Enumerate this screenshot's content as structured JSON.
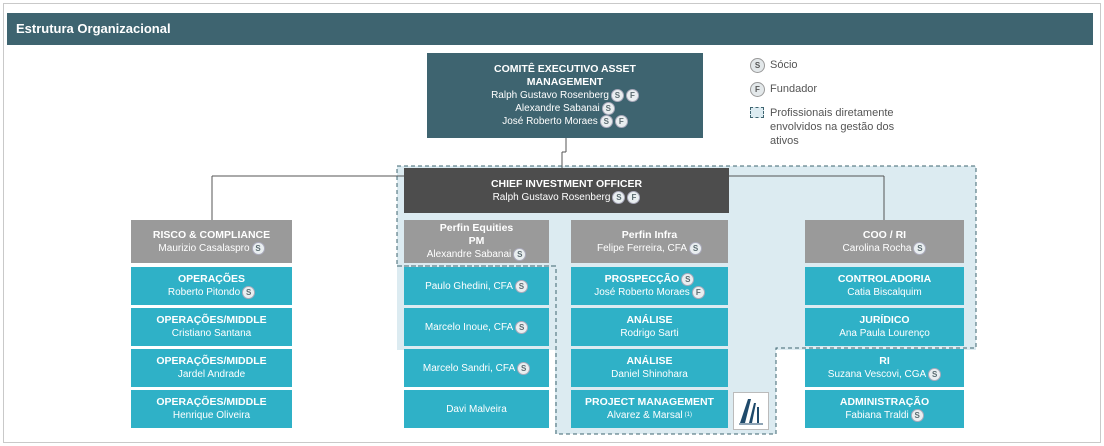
{
  "header": {
    "title": "Estrutura Organizacional"
  },
  "badges": {
    "socio": "S",
    "fundador": "F"
  },
  "legend": {
    "socio": "Sócio",
    "fundador": "Fundador",
    "prof_line1": "Profissionais diretamente",
    "prof_line2": "envolvidos na gestão dos",
    "prof_line3": "ativos"
  },
  "committee": {
    "title_line1": "COMITÊ EXECUTIVO ASSET",
    "title_line2": "MANAGEMENT",
    "members": [
      "Ralph Gustavo Rosenberg",
      "Alexandre Sabanai",
      "José Roberto Moraes"
    ]
  },
  "cio": {
    "title": "CHIEF INVESTMENT OFFICER",
    "name": "Ralph Gustavo Rosenberg"
  },
  "risco": {
    "title": "RISCO & COMPLIANCE",
    "name": "Maurizio Casalaspro"
  },
  "equities": {
    "title_line1": "Perfin Equities",
    "title_line2": "PM",
    "name": "Alexandre Sabanai"
  },
  "infra": {
    "title": "Perfin Infra",
    "name": "Felipe Ferreira, CFA"
  },
  "coo": {
    "title": "COO / RI",
    "name": "Carolina Rocha"
  },
  "col1": [
    {
      "title": "OPERAÇÕES",
      "name": "Roberto Pitondo"
    },
    {
      "title": "OPERAÇÕES/MIDDLE",
      "name": "Cristiano Santana"
    },
    {
      "title": "OPERAÇÕES/MIDDLE",
      "name": "Jardel Andrade"
    },
    {
      "title": "OPERAÇÕES/MIDDLE",
      "name": "Henrique Oliveira"
    }
  ],
  "col2": [
    "Paulo Ghedini, CFA",
    "Marcelo Inoue, CFA",
    "Marcelo Sandri, CFA",
    "Davi Malveira"
  ],
  "col3": [
    {
      "title": "PROSPECÇÃO",
      "name": "José Roberto Moraes"
    },
    {
      "title": "ANÁLISE",
      "name": "Rodrigo Sarti"
    },
    {
      "title": "ANÁLISE",
      "name": "Daniel Shinohara"
    },
    {
      "title": "PROJECT MANAGEMENT",
      "name": "Alvarez & Marsal",
      "sup": "(1)"
    }
  ],
  "col4": [
    {
      "title": "CONTROLADORIA",
      "name": "Catia Biscalquim"
    },
    {
      "title": "JURÍDICO",
      "name": "Ana Paula Lourenço"
    },
    {
      "title": "RI",
      "name": "Suzana Vescovi, CGA"
    },
    {
      "title": "ADMINISTRAÇÃO",
      "name": "Fabiana Traldi"
    }
  ],
  "colors": {
    "header": "#3e6470",
    "teal": "#2fb1c7",
    "grey": "#9a9a9a",
    "cio": "#4d4d4d",
    "zone": "#dcebf1"
  }
}
